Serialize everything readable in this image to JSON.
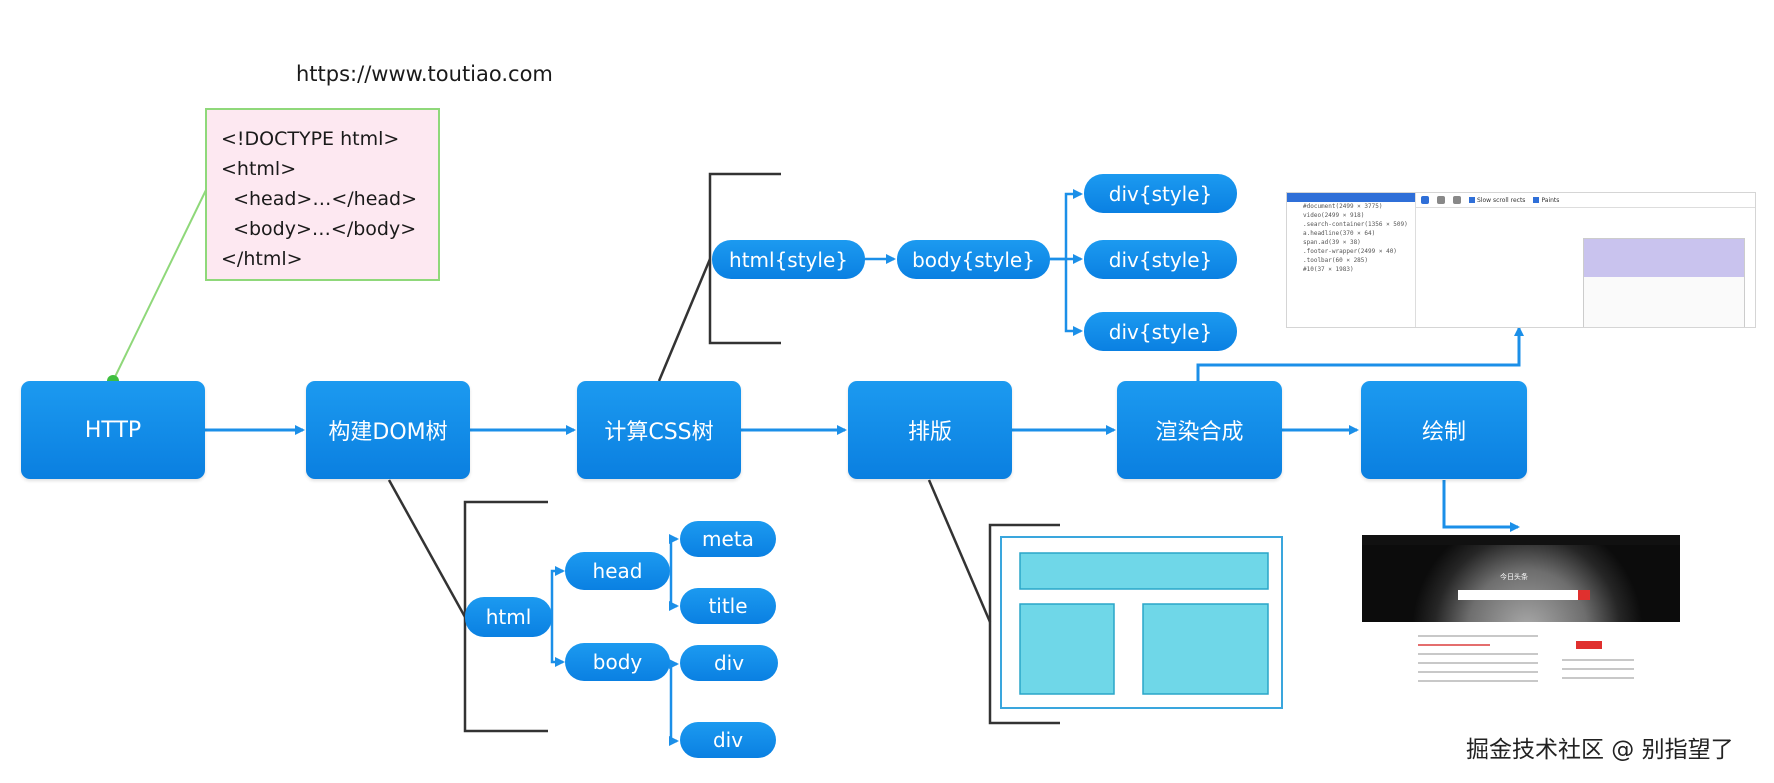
{
  "header": {
    "url": "https://www.toutiao.com"
  },
  "code_box": {
    "lines": [
      "<!DOCTYPE html>",
      "<html>",
      "  <head>…</head>",
      "  <body>…</body>",
      "</html>"
    ]
  },
  "pipeline": {
    "http": "HTTP",
    "dom": "构建DOM树",
    "css": "计算CSS树",
    "layout": "排版",
    "composite": "渲染合成",
    "paint": "绘制"
  },
  "dom_tree": {
    "html": "html",
    "head": "head",
    "body": "body",
    "meta": "meta",
    "title": "title",
    "div1": "div",
    "div2": "div"
  },
  "css_tree": {
    "html": "html{style}",
    "body": "body{style}",
    "div1": "div{style}",
    "div2": "div{style}",
    "div3": "div{style}"
  },
  "devtools": {
    "nodes": [
      "#document(2499 × 3775)",
      "video(2499 × 918)",
      ".search-container(1356 × 509)",
      "a.headline(370 × 64)",
      "span.ad(39 × 38)",
      ".footer-wrapper(2499 × 40)",
      ".toolbar(60 × 285)",
      "#10(37 × 1983)"
    ],
    "options": [
      "Slow scroll rects",
      "Paints"
    ]
  },
  "painted_page": {
    "logo": "今日头条"
  },
  "watermark": "掘金技术社区 @ 别指望了",
  "colors": {
    "node_blue": "#0a84e6",
    "connector_blue": "#1b8fe8",
    "code_border": "#8fd87a",
    "code_fill": "#fde8f1",
    "layout_frame": "#3aa6dd",
    "layout_block": "#38c4da"
  }
}
